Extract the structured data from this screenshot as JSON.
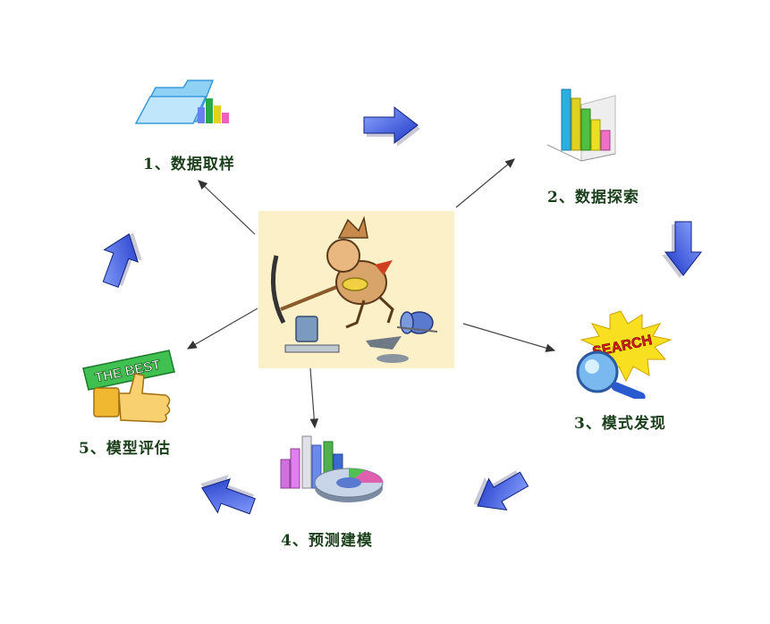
{
  "steps": [
    {
      "label": "1、数据取样",
      "icon": "folder-chart-icon"
    },
    {
      "label": "2、数据探索",
      "icon": "bar-chart-icon"
    },
    {
      "label": "3、模式发现",
      "icon": "search-magnifier-icon"
    },
    {
      "label": "4、预测建模",
      "icon": "pie-bar-chart-icon"
    },
    {
      "label": "5、模型评估",
      "icon": "thumbs-up-best-icon"
    }
  ],
  "badges": {
    "search": "SEARCH",
    "best": "THE BEST"
  },
  "center": {
    "icon": "miner-digging-icon"
  },
  "colors": {
    "arrow_dark": "#1c36c8",
    "arrow_light": "#8fa8ff",
    "label_text": "#1a3f1a",
    "center_bg": "#fbf0c8"
  }
}
